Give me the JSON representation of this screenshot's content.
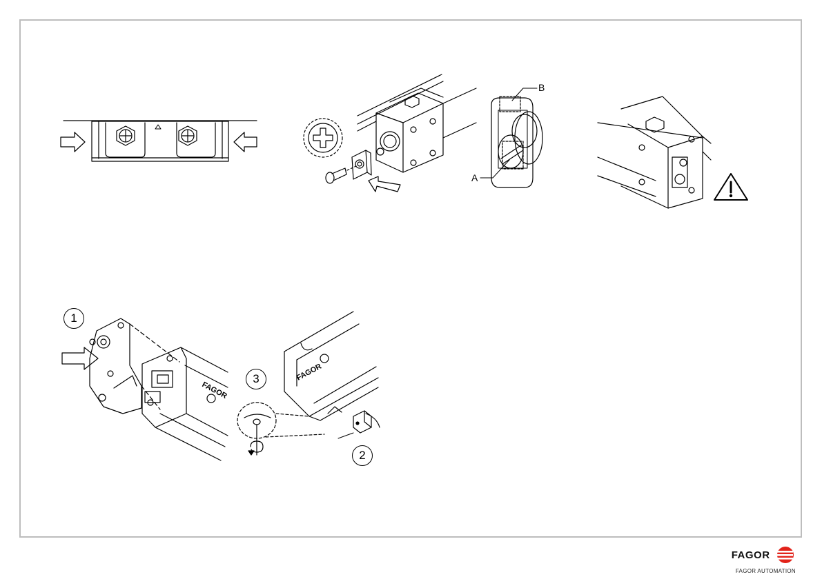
{
  "labels": {
    "a": "A",
    "b": "B",
    "step1": "1",
    "step2": "2",
    "step3": "3"
  },
  "brand": {
    "name": "FAGOR",
    "subtitle": "FAGOR AUTOMATION",
    "color": "#e2231a"
  },
  "colors": {
    "frame": "#bdbdbd",
    "line": "#000000"
  },
  "icons": [
    "arrow-right-icon",
    "arrow-left-icon",
    "screw-head-icon",
    "warning-icon",
    "rotate-icon"
  ]
}
